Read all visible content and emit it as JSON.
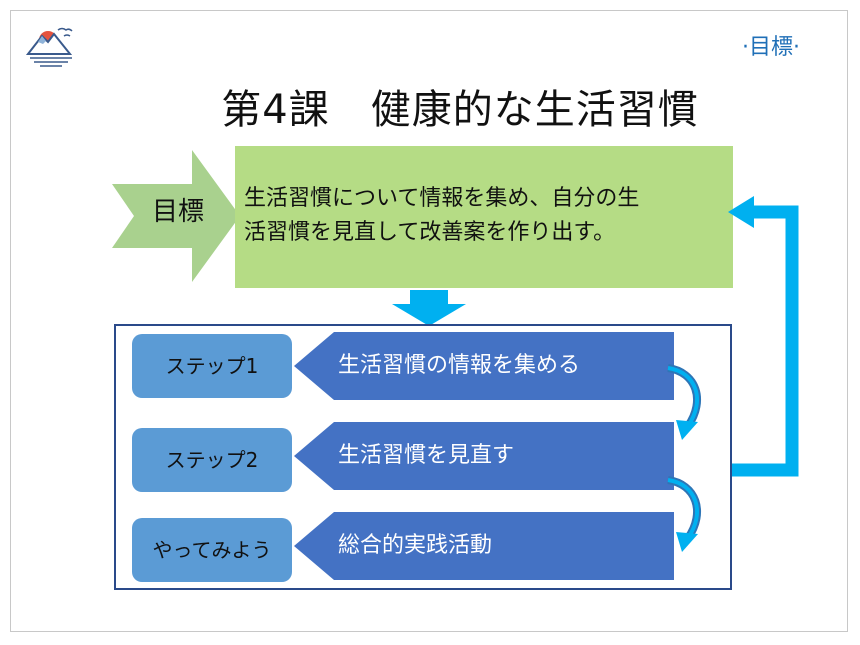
{
  "header": {
    "corner_tag": "·目標·",
    "title": "第4課　健康的な生活習慣"
  },
  "goal": {
    "label": "目標",
    "text": "生活習慣について情報を集め、自分の生\n活習慣を見直して改善案を作り出す。"
  },
  "steps": [
    {
      "label": "ステップ1",
      "text": "生活習慣の情報を集める"
    },
    {
      "label": "ステップ2",
      "text": "生活習慣を見直す"
    },
    {
      "label": "やってみよう",
      "text": "総合的実践活動"
    }
  ],
  "colors": {
    "goal_green": "#b5dc85",
    "chevron_green": "#a9d18e",
    "step_blue": "#5b9bd5",
    "step_dark_blue": "#4472c4",
    "connector_blue": "#00b0f0",
    "panel_border": "#2a4a8a"
  },
  "icons": {
    "logo": "mountain-sun-logo",
    "connector": "loop-arrow",
    "down": "down-arrow",
    "curve": "curved-arrow"
  }
}
